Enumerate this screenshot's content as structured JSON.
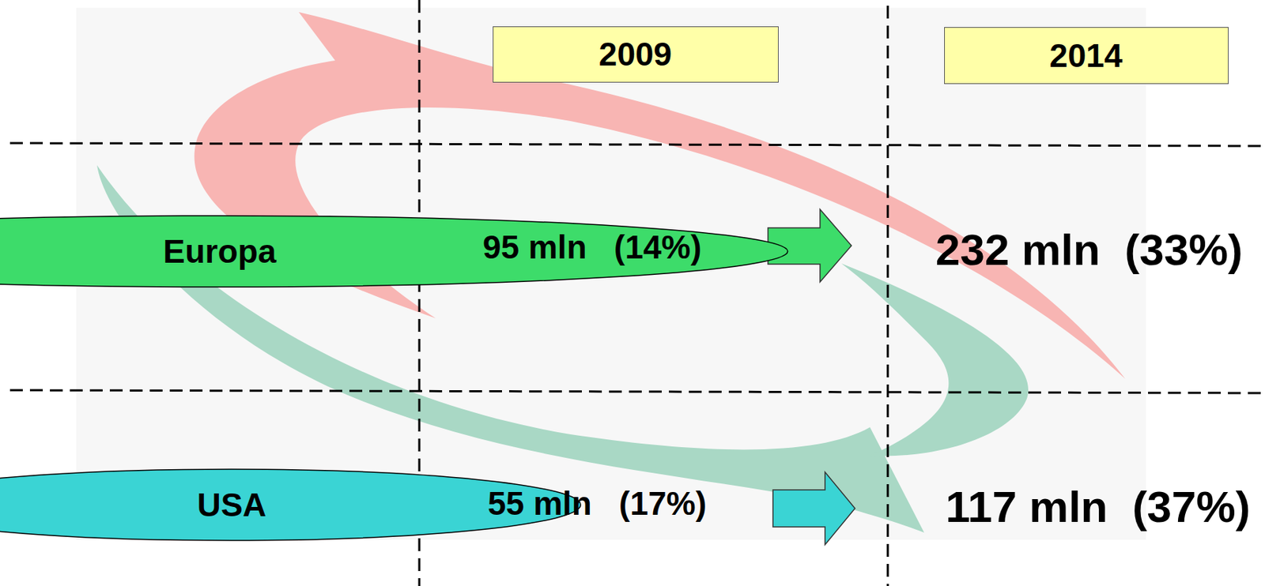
{
  "diagram": {
    "nodes": [
      {
        "text": [
          "2009"
        ]
      },
      {
        "text": [
          "2014"
        ]
      },
      {
        "text": [
          "Europa"
        ]
      },
      {
        "text": [
          "USA"
        ]
      }
    ],
    "labels": [
      "95 mln   (14%)",
      "232 mln  (33%)",
      "55 mln   (17%)",
      "117 mln  (37%)"
    ]
  }
}
